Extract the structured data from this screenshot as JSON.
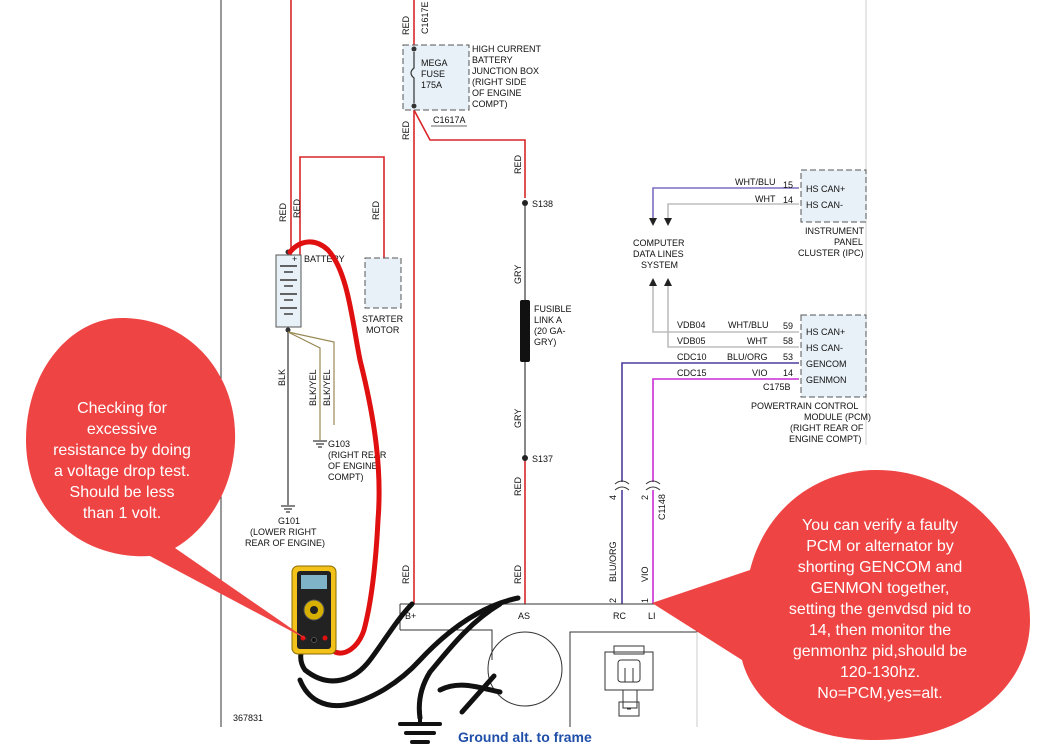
{
  "connectors": {
    "c1617e": "C1617E",
    "c1617a": "C1617A",
    "c175b": "C175B",
    "c1148": "C1148"
  },
  "components": {
    "mega_fuse": [
      "MEGA",
      "FUSE",
      "175A"
    ],
    "junction_box": [
      "HIGH CURRENT",
      "BATTERY",
      "JUNCTION BOX",
      "(RIGHT SIDE",
      "OF ENGINE",
      "COMPT)"
    ],
    "battery": "BATTERY",
    "starter": [
      "STARTER",
      "MOTOR"
    ],
    "fusible_link": [
      "FUSIBLE",
      "LINK A",
      "(20 GA-",
      "GRY)"
    ],
    "g103": [
      "G103",
      "(RIGHT REAR",
      "OF ENGINE",
      "COMPT)"
    ],
    "g101": [
      "G101",
      "(LOWER RIGHT",
      "REAR OF ENGINE)"
    ],
    "data_lines": [
      "COMPUTER",
      "DATA LINES",
      "SYSTEM"
    ],
    "ipc": [
      "INSTRUMENT",
      "PANEL",
      "CLUSTER (IPC)"
    ],
    "pcm": [
      "POWERTRAIN CONTROL",
      "MODULE (PCM)",
      "(RIGHT REAR OF",
      "ENGINE COMPT)"
    ]
  },
  "splices": {
    "s138": "S138",
    "s137": "S137"
  },
  "wire_colors": {
    "red": "RED",
    "gry": "GRY",
    "blk": "BLK",
    "blk_yel": "BLK/YEL",
    "wht_blu": "WHT/BLU",
    "wht": "WHT",
    "blu_org": "BLU/ORG",
    "vio": "VIO"
  },
  "ipc_pins": [
    {
      "wire": "WHT/BLU",
      "pin": "15",
      "signal": "HS CAN+"
    },
    {
      "wire": "WHT",
      "pin": "14",
      "signal": "HS CAN-"
    }
  ],
  "pcm_pins": [
    {
      "circuit": "VDB04",
      "wire": "WHT/BLU",
      "pin": "59",
      "signal": "HS CAN+"
    },
    {
      "circuit": "VDB05",
      "wire": "WHT",
      "pin": "58",
      "signal": "HS CAN-"
    },
    {
      "circuit": "CDC10",
      "wire": "BLU/ORG",
      "pin": "53",
      "signal": "GENCOM"
    },
    {
      "circuit": "CDC15",
      "wire": "VIO",
      "pin": "14",
      "signal": "GENMON"
    }
  ],
  "c1148_pins": {
    "left": "4",
    "right": "2"
  },
  "alternator": {
    "b_plus": "B+",
    "as": "AS",
    "rc": "RC",
    "li": "LI",
    "rc_pin": "2",
    "li_pin": "1"
  },
  "battery_plus": "+",
  "figure_id": "367831",
  "callouts": {
    "left": [
      "Checking for",
      "excessive",
      "resistance by doing",
      "a voltage drop test.",
      "Should be less",
      "than 1 volt."
    ],
    "right": [
      "You can verify a faulty",
      "PCM or alternator by",
      "shorting GENCOM and",
      "GENMON together,",
      "setting the genvdsd pid to",
      "14, then monitor the",
      "genmonhz pid,should be",
      "120-130hz.",
      "No=PCM,yes=alt."
    ]
  },
  "caption": "Ground alt. to frame",
  "colors": {
    "callout": "#ef4444",
    "wire_red": "#d9262a",
    "marker_red": "#e01010",
    "caption_blue": "#1f4fa8",
    "box_fill": "#e8f1f8"
  }
}
